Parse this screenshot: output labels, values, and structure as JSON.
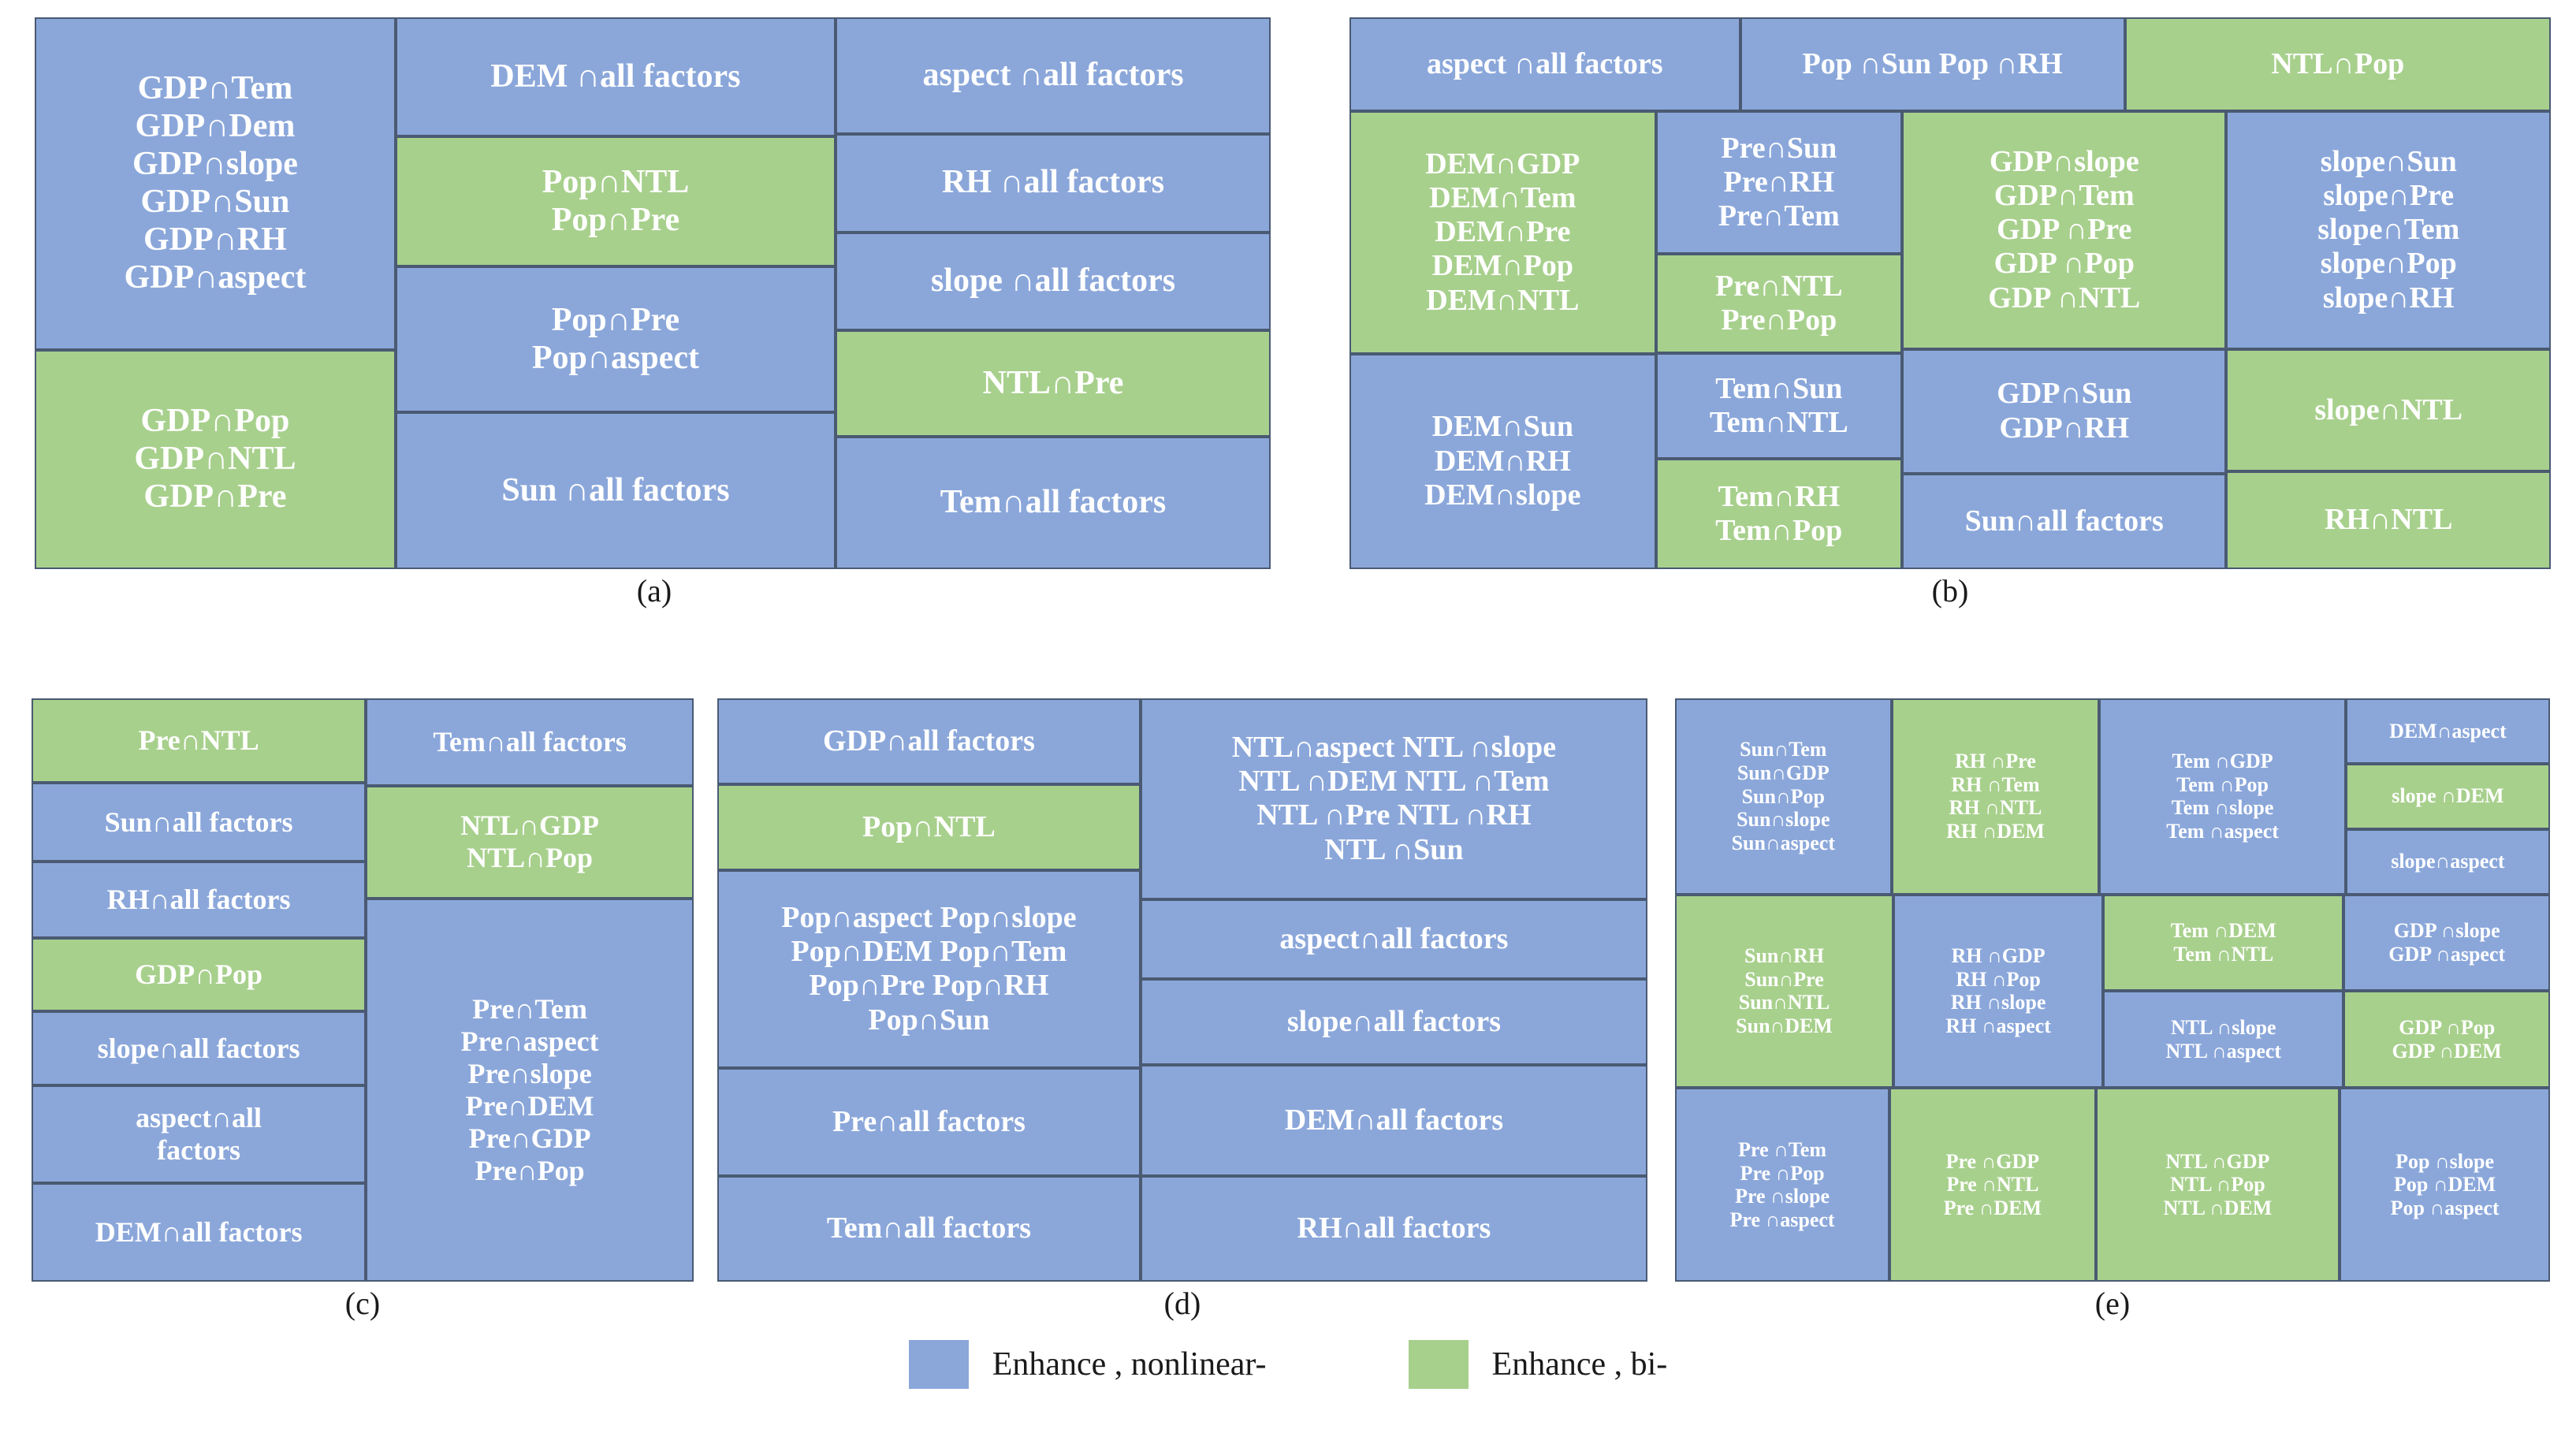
{
  "figure": {
    "type": "treemap-set",
    "caption_a": "(a)",
    "caption_b": "(b)",
    "caption_c": "(c)",
    "caption_d": "(d)",
    "caption_e": "(e)"
  },
  "colors": {
    "blue": "#8ba7da",
    "green": "#a8d08d",
    "border": "#4a5a72",
    "text": "#ffffff"
  },
  "legend": {
    "items": [
      {
        "color_key": "blue",
        "label": "Enhance , nonlinear-"
      },
      {
        "color_key": "green",
        "label": "Enhance , bi-"
      }
    ]
  },
  "panel_a": {
    "col1": [
      {
        "color": "blue",
        "lines": [
          "GDP∩Tem",
          "GDP∩Dem",
          "GDP∩slope",
          "GDP∩Sun",
          "GDP∩RH",
          "GDP∩aspect"
        ]
      },
      {
        "color": "green",
        "lines": [
          "GDP∩Pop",
          "GDP∩NTL",
          "GDP∩Pre"
        ]
      }
    ],
    "col2": [
      {
        "color": "blue",
        "lines": [
          "DEM ∩all factors"
        ]
      },
      {
        "color": "green",
        "lines": [
          "Pop∩NTL",
          "Pop∩Pre"
        ]
      },
      {
        "color": "blue",
        "lines": [
          "Pop∩Pre",
          "Pop∩aspect"
        ]
      },
      {
        "color": "blue",
        "lines": [
          "Sun ∩all factors"
        ]
      }
    ],
    "col3": [
      {
        "color": "blue",
        "lines": [
          "aspect ∩all factors"
        ]
      },
      {
        "color": "blue",
        "lines": [
          "RH ∩all factors"
        ]
      },
      {
        "color": "blue",
        "lines": [
          "slope ∩all factors"
        ]
      },
      {
        "color": "green",
        "lines": [
          "NTL∩Pre"
        ]
      },
      {
        "color": "blue",
        "lines": [
          "Tem∩all factors"
        ]
      }
    ]
  },
  "panel_b": {
    "toprow": [
      {
        "color": "blue",
        "lines": [
          "aspect ∩all factors"
        ]
      },
      {
        "color": "blue",
        "lines": [
          "Pop ∩Sun Pop ∩RH"
        ]
      },
      {
        "color": "green",
        "lines": [
          "NTL∩Pop"
        ]
      }
    ],
    "col1": [
      {
        "color": "green",
        "lines": [
          "DEM∩GDP",
          "DEM∩Tem",
          "DEM∩Pre",
          "DEM∩Pop",
          "DEM∩NTL"
        ]
      },
      {
        "color": "blue",
        "lines": [
          "DEM∩Sun",
          "DEM∩RH",
          "DEM∩slope"
        ]
      }
    ],
    "col2": [
      {
        "color": "blue",
        "lines": [
          "Pre∩Sun",
          "Pre∩RH",
          "Pre∩Tem"
        ]
      },
      {
        "color": "green",
        "lines": [
          "Pre∩NTL",
          "Pre∩Pop"
        ]
      },
      {
        "color": "blue",
        "lines": [
          "Tem∩Sun",
          "Tem∩NTL"
        ]
      },
      {
        "color": "green",
        "lines": [
          "Tem∩RH",
          "Tem∩Pop"
        ]
      }
    ],
    "col3": [
      {
        "color": "green",
        "lines": [
          "GDP∩slope",
          "GDP∩Tem",
          "GDP ∩Pre",
          "GDP ∩Pop",
          "GDP ∩NTL"
        ]
      },
      {
        "color": "blue",
        "lines": [
          "GDP∩Sun",
          "GDP∩RH"
        ]
      },
      {
        "color": "blue",
        "lines": [
          "Sun∩all factors"
        ]
      }
    ],
    "col4": [
      {
        "color": "blue",
        "lines": [
          "slope∩Sun",
          "slope∩Pre",
          "slope∩Tem",
          "slope∩Pop",
          "slope∩RH"
        ]
      },
      {
        "color": "green",
        "lines": [
          "slope∩NTL"
        ]
      },
      {
        "color": "green",
        "lines": [
          "RH∩NTL"
        ]
      }
    ]
  },
  "panel_c": {
    "col1": [
      {
        "color": "green",
        "lines": [
          "Pre∩NTL"
        ]
      },
      {
        "color": "blue",
        "lines": [
          "Sun∩all factors"
        ]
      },
      {
        "color": "blue",
        "lines": [
          "RH∩all factors"
        ]
      },
      {
        "color": "green",
        "lines": [
          "GDP∩Pop"
        ]
      },
      {
        "color": "blue",
        "lines": [
          "slope∩all factors"
        ]
      },
      {
        "color": "blue",
        "lines": [
          "aspect∩all",
          "factors"
        ]
      },
      {
        "color": "blue",
        "lines": [
          "DEM∩all factors"
        ]
      }
    ],
    "col2": [
      {
        "color": "blue",
        "lines": [
          "Tem∩all factors"
        ]
      },
      {
        "color": "green",
        "lines": [
          "NTL∩GDP",
          "NTL∩Pop"
        ]
      },
      {
        "color": "blue",
        "lines": [
          "Pre∩Tem",
          "Pre∩aspect",
          "Pre∩slope",
          "Pre∩DEM",
          "Pre∩GDP",
          "Pre∩Pop"
        ]
      }
    ]
  },
  "panel_d": {
    "col1": [
      {
        "color": "blue",
        "lines": [
          "GDP∩all factors"
        ]
      },
      {
        "color": "green",
        "lines": [
          "Pop∩NTL"
        ]
      },
      {
        "color": "blue",
        "lines": [
          "Pop∩aspect  Pop∩slope",
          "Pop∩DEM  Pop∩Tem",
          "Pop∩Pre  Pop∩RH",
          "Pop∩Sun"
        ]
      },
      {
        "color": "blue",
        "lines": [
          "Pre∩all factors"
        ]
      },
      {
        "color": "blue",
        "lines": [
          "Tem∩all factors"
        ]
      }
    ],
    "col2": [
      {
        "color": "blue",
        "lines": [
          "NTL∩aspect  NTL ∩slope",
          "NTL ∩DEM  NTL ∩Tem",
          "NTL ∩Pre    NTL ∩RH",
          "NTL ∩Sun"
        ]
      },
      {
        "color": "blue",
        "lines": [
          "aspect∩all factors"
        ]
      },
      {
        "color": "blue",
        "lines": [
          "slope∩all factors"
        ]
      },
      {
        "color": "blue",
        "lines": [
          "DEM∩all factors"
        ]
      },
      {
        "color": "blue",
        "lines": [
          "RH∩all factors"
        ]
      }
    ]
  },
  "panel_e": {
    "row1": [
      {
        "color": "blue",
        "lines": [
          "Sun∩Tem",
          "Sun∩GDP",
          "Sun∩Pop",
          "Sun∩slope",
          "Sun∩aspect"
        ]
      },
      {
        "color": "green",
        "lines": [
          "RH ∩Pre",
          "RH ∩Tem",
          "RH ∩NTL",
          "RH ∩DEM"
        ]
      },
      {
        "color": "blue",
        "lines": [
          "Tem ∩GDP",
          "Tem ∩Pop",
          "Tem ∩slope",
          "Tem ∩aspect"
        ]
      },
      {
        "color": "stack",
        "stack": [
          {
            "color": "blue",
            "lines": [
              "DEM∩aspect"
            ]
          },
          {
            "color": "green",
            "lines": [
              "slope ∩DEM"
            ]
          },
          {
            "color": "blue",
            "lines": [
              "slope∩aspect"
            ]
          }
        ]
      }
    ],
    "row2": [
      {
        "color": "green",
        "lines": [
          "Sun∩RH",
          "Sun∩Pre",
          "Sun∩NTL",
          "Sun∩DEM"
        ]
      },
      {
        "color": "blue",
        "lines": [
          "RH ∩GDP",
          "RH ∩Pop",
          "RH ∩slope",
          "RH ∩aspect"
        ]
      },
      {
        "color": "stack",
        "stack": [
          {
            "color": "green",
            "lines": [
              "Tem ∩DEM",
              "Tem ∩NTL"
            ]
          },
          {
            "color": "blue",
            "lines": [
              "NTL ∩slope",
              "NTL ∩aspect"
            ]
          }
        ]
      },
      {
        "color": "stack",
        "stack": [
          {
            "color": "blue",
            "lines": [
              "GDP ∩slope",
              "GDP ∩aspect"
            ]
          },
          {
            "color": "green",
            "lines": [
              "GDP ∩Pop",
              "GDP ∩DEM"
            ]
          }
        ]
      }
    ],
    "row3": [
      {
        "color": "blue",
        "lines": [
          "Pre ∩Tem",
          "Pre ∩Pop",
          "Pre ∩slope",
          "Pre ∩aspect"
        ]
      },
      {
        "color": "green",
        "lines": [
          "Pre ∩GDP",
          "Pre ∩NTL",
          "Pre ∩DEM"
        ]
      },
      {
        "color": "green",
        "lines": [
          "NTL ∩GDP",
          "NTL ∩Pop",
          "NTL ∩DEM"
        ]
      },
      {
        "color": "blue",
        "lines": [
          "Pop ∩slope",
          "Pop ∩DEM",
          "Pop ∩aspect"
        ]
      }
    ]
  }
}
